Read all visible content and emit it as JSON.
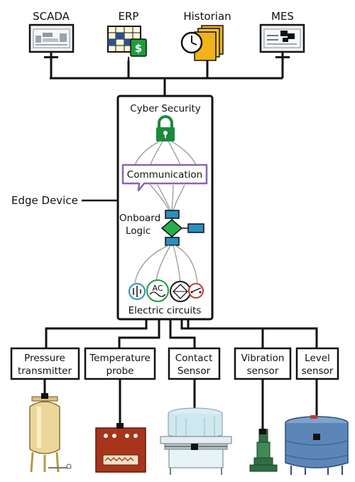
{
  "systems": [
    {
      "label": "SCADA"
    },
    {
      "label": "ERP"
    },
    {
      "label": "Historian"
    },
    {
      "label": "MES"
    }
  ],
  "edge": {
    "label": "Edge Device",
    "cyber_security": "Cyber Security",
    "communication": "Communication",
    "logic_line1": "Onboard",
    "logic_line2": "Logic",
    "electric": "Electric circuits",
    "ac": "AC"
  },
  "sensors": [
    {
      "line1": "Pressure",
      "line2": "transmitter"
    },
    {
      "line1": "Temperature",
      "line2": "probe"
    },
    {
      "line1": "Contact",
      "line2": "Sensor"
    },
    {
      "line1": "Vibration",
      "line2": "sensor"
    },
    {
      "line1": "Level",
      "line2": "sensor"
    }
  ],
  "colors": {
    "lock": "#1b8a3c",
    "logic_box": "#2b8fc0",
    "logic_diamond": "#22b04b",
    "bubble": "#8a63b5",
    "erp_dollar": "#1b9e3e",
    "historian": "#f2b21b",
    "heater": "#a8341c",
    "tank_blue": "#5c86b8",
    "vessel_tan": "#ecd79a",
    "pump_green": "#2f6e45"
  }
}
